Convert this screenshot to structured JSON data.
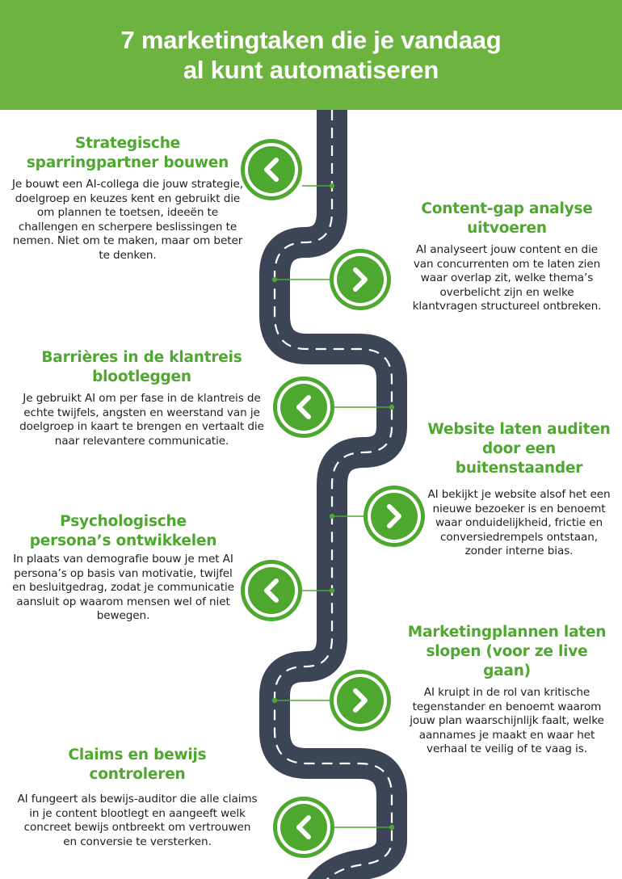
{
  "header": {
    "title_line1": "7 marketingtaken die je vandaag",
    "title_line2": "al kunt automatiseren"
  },
  "colors": {
    "header_bg": "#6db33f",
    "accent_green": "#4ea72e",
    "road": "#3c4556",
    "road_dash": "#ffffff",
    "body_text": "#1e1e1e"
  },
  "steps": [
    {
      "side": "left",
      "arrow": "chevron-left",
      "title_line1": "Strategische",
      "title_line2": "sparringpartner bouwen",
      "body": "Je bouwt een AI-collega die jouw strategie, doelgroep en keuzes kent en gebruikt die om plannen te toetsen, ideeën te challengen en scherpere beslissingen te nemen. Niet om te maken, maar om beter te denken."
    },
    {
      "side": "right",
      "arrow": "chevron-right",
      "title_line1": "Content-gap analyse",
      "title_line2": "uitvoeren",
      "body": "AI analyseert jouw content en die van concurrenten om te laten zien waar overlap zit, welke thema’s overbelicht zijn en welke klantvragen structureel ontbreken."
    },
    {
      "side": "left",
      "arrow": "chevron-left",
      "title_line1": "Barrières in de klantreis",
      "title_line2": "blootleggen",
      "body": "Je gebruikt AI om per fase in de klantreis de echte twijfels, angsten en weerstand van je doelgroep in kaart te brengen en vertaalt die naar relevantere communicatie."
    },
    {
      "side": "right",
      "arrow": "chevron-right",
      "title_line1": "Website laten auditen",
      "title_line2": "door een",
      "title_line3": "buitenstaander",
      "body": "AI bekijkt je website alsof het een nieuwe bezoeker is en benoemt waar onduidelijkheid, frictie en conversiedrempels ontstaan, zonder interne bias."
    },
    {
      "side": "left",
      "arrow": "chevron-left",
      "title_line1": "Psychologische",
      "title_line2": "persona’s ontwikkelen",
      "body": "In plaats van demografie bouw je met AI persona’s op basis van motivatie, twijfel en besluitgedrag, zodat je communicatie aansluit op waarom mensen wel of niet bewegen."
    },
    {
      "side": "right",
      "arrow": "chevron-right",
      "title_line1": "Marketingplannen laten",
      "title_line2": "slopen (voor ze live gaan)",
      "body": "AI kruipt in de rol van kritische tegenstander en benoemt waarom jouw plan waarschijnlijk faalt, welke aannames je maakt en waar het verhaal te veilig of te vaag is."
    },
    {
      "side": "left",
      "arrow": "chevron-left",
      "title_line1": "Claims en bewijs",
      "title_line2": "controleren",
      "body": "AI fungeert als bewijs-auditor die alle claims in je content blootlegt en aangeeft welk concreet bewijs ontbreekt om vertrouwen en conversie te versterken."
    }
  ]
}
